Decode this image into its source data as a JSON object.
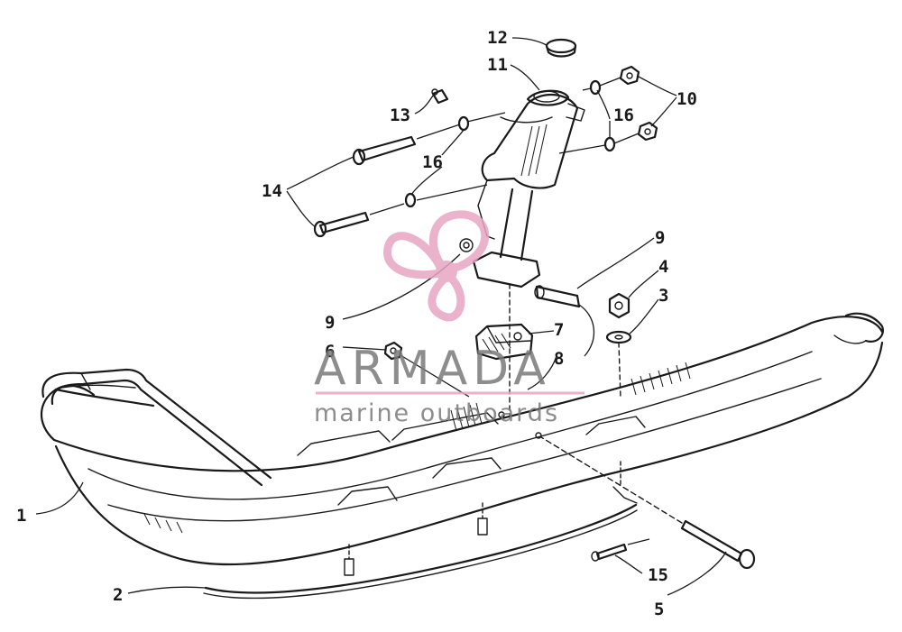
{
  "callouts": [
    {
      "id": "1",
      "label": "1"
    },
    {
      "id": "2",
      "label": "2"
    },
    {
      "id": "3",
      "label": "3"
    },
    {
      "id": "4",
      "label": "4"
    },
    {
      "id": "5",
      "label": "5"
    },
    {
      "id": "6",
      "label": "6"
    },
    {
      "id": "7",
      "label": "7"
    },
    {
      "id": "8",
      "label": "8"
    },
    {
      "id": "9a",
      "label": "9"
    },
    {
      "id": "9b",
      "label": "9"
    },
    {
      "id": "10",
      "label": "10"
    },
    {
      "id": "11",
      "label": "11"
    },
    {
      "id": "12",
      "label": "12"
    },
    {
      "id": "13",
      "label": "13"
    },
    {
      "id": "14",
      "label": "14"
    },
    {
      "id": "15",
      "label": "15"
    },
    {
      "id": "16a",
      "label": "16"
    },
    {
      "id": "16b",
      "label": "16"
    }
  ],
  "watermark": {
    "brand": "ARMADA",
    "tagline": "marine outboards",
    "color": "#e8a6c3",
    "text_color": "#7a7a7a"
  },
  "colors": {
    "ink": "#1a1a1a",
    "background": "#ffffff"
  }
}
